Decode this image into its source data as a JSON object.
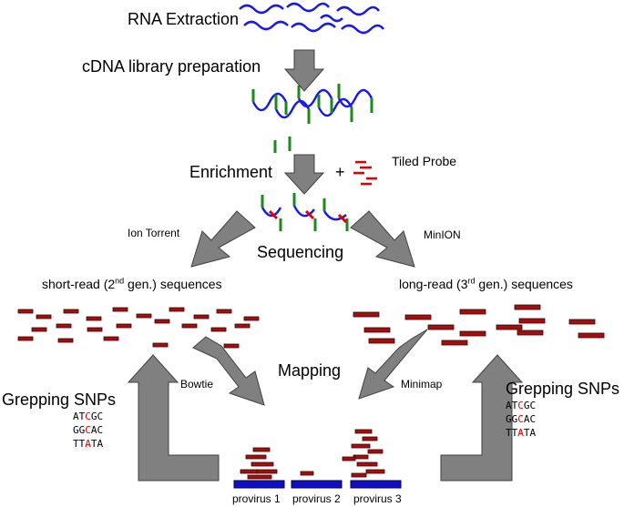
{
  "steps": {
    "rna_extraction": "RNA Extraction",
    "cdna_prep": "cDNA library preparation",
    "enrichment": "Enrichment",
    "plus": "+",
    "tiled_probe": "Tiled Probe",
    "sequencing": "Sequencing",
    "mapping": "Mapping"
  },
  "platforms": {
    "left": "Ion Torrent",
    "right": "MinION"
  },
  "reads": {
    "short_pre": "short-read (2",
    "short_sup": "nd",
    "short_post": " gen.) sequences",
    "long_pre": "long-read (3",
    "long_sup": "rd",
    "long_post": " gen.) sequences"
  },
  "mappers": {
    "left": "Bowtie",
    "right": "Minimap"
  },
  "snps": {
    "title": "Grepping SNPs",
    "rows": [
      {
        "pre": "AT",
        "mid": "C",
        "post": "GC"
      },
      {
        "pre": "GG",
        "mid": "C",
        "post": "AC"
      },
      {
        "pre": "TT",
        "mid": "A",
        "post": "TA"
      }
    ]
  },
  "references": {
    "p1": "provirus 1",
    "p2": "provirus 2",
    "p3": "provirus 3"
  },
  "colors": {
    "rna": "#1a1ae6",
    "adapter": "#1a8a1a",
    "probe": "#e00000",
    "read": "#a01010",
    "reference": "#1010c0",
    "arrow": "#808080"
  }
}
